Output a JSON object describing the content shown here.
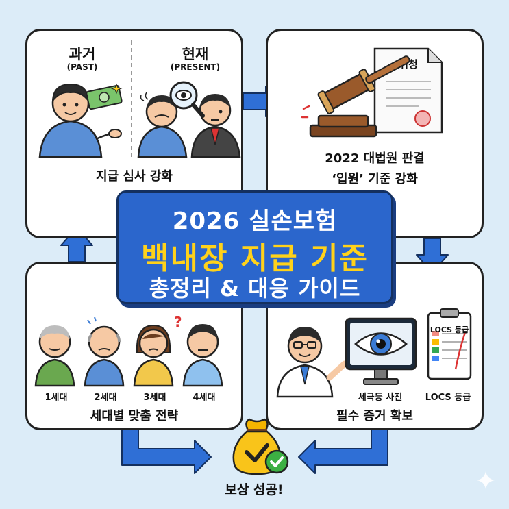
{
  "panels": {
    "top_left": {
      "past_title": "과거",
      "past_sub": "(PAST)",
      "present_title": "현재",
      "present_sub": "(PRESENT)",
      "caption": "지급 심사 강화"
    },
    "top_right": {
      "document_label": "귀청",
      "caption_line1": "2022 대법원 판결",
      "caption_line2": "‘입원’ 기준 강화"
    },
    "bottom_left": {
      "generations": [
        "1세대",
        "2세대",
        "3세대",
        "4세대"
      ],
      "caption": "세대별 맞춤 전략"
    },
    "bottom_right": {
      "chart_label": "LOCS 등급",
      "photo_label": "세극등 사진",
      "locs_label": "LOCS 등급",
      "caption": "필수 증거 확보"
    }
  },
  "center": {
    "line1": "2026 실손보험",
    "line2": "백내장 지급 기준",
    "line3": "총정리 & 대응 가이드"
  },
  "result": {
    "label": "보상 성공!"
  },
  "colors": {
    "background": "#dcecf8",
    "primary_blue": "#2b66cc",
    "highlight_yellow": "#ffd21a",
    "arrow_blue": "#2f6fd6",
    "check_green": "#3cb043"
  },
  "icons": [
    "money-icon",
    "magnifier-icon",
    "gavel-icon",
    "document-icon",
    "eye-monitor-icon",
    "clipboard-chart-icon",
    "money-bag-icon",
    "check-icon",
    "sparkle-icon"
  ]
}
